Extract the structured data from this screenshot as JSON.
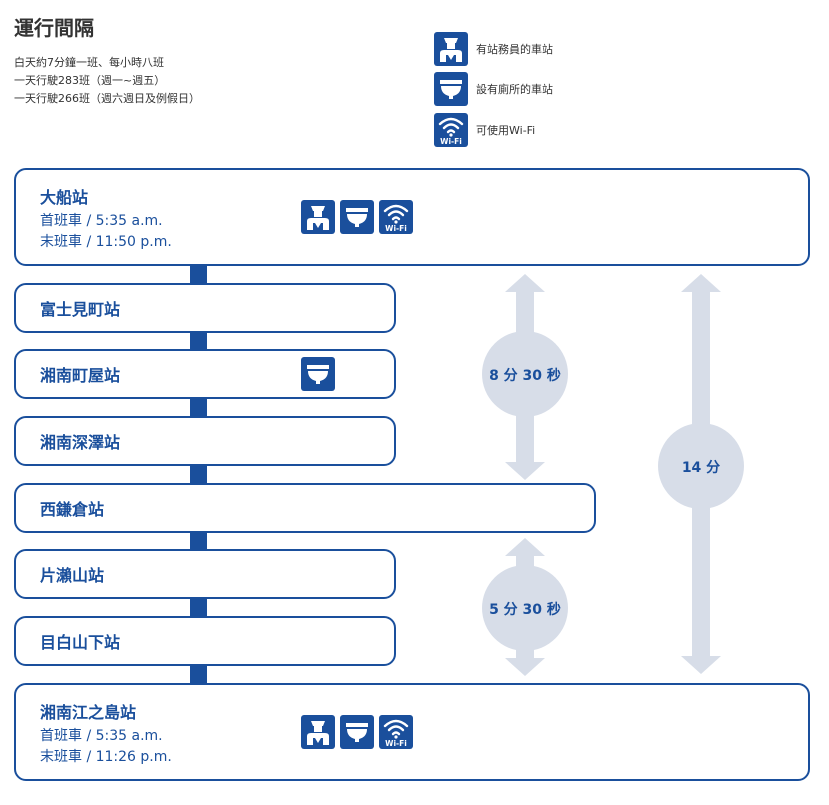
{
  "title": "運行間隔",
  "info": [
    "白天約7分鐘一班、每小時八班",
    "一天行駛283班（週一~週五）",
    "一天行駛266班（週六週日及例假日）"
  ],
  "legend": [
    {
      "icon": "staff-icon",
      "label": "有站務員的車站"
    },
    {
      "icon": "toilet-icon",
      "label": "設有廁所的車站"
    },
    {
      "icon": "wifi-icon",
      "label": "可使用Wi-Fi"
    }
  ],
  "wifi_text": "Wi-Fi",
  "stations": [
    {
      "name": "大船站",
      "first": "首班車 / 5:35 a.m.",
      "last": "末班車 / 11:50 p.m.",
      "icons": [
        "staff-icon",
        "toilet-icon",
        "wifi-icon"
      ]
    },
    {
      "name": "富士見町站",
      "icons": []
    },
    {
      "name": "湘南町屋站",
      "icons": [
        "toilet-icon"
      ]
    },
    {
      "name": "湘南深澤站",
      "icons": []
    },
    {
      "name": "西鎌倉站",
      "icons": []
    },
    {
      "name": "片瀨山站",
      "icons": []
    },
    {
      "name": "目白山下站",
      "icons": []
    },
    {
      "name": "湘南江之島站",
      "first": "首班車 / 5:35 a.m.",
      "last": "末班車 / 11:26 p.m.",
      "icons": [
        "staff-icon",
        "toilet-icon",
        "wifi-icon"
      ]
    }
  ],
  "intervals": [
    {
      "label": "8 分 30 秒"
    },
    {
      "label": "5 分 30 秒"
    },
    {
      "label": "14 分"
    }
  ],
  "colors": {
    "brand": "#1a4f9c",
    "arrow": "#d7dde8",
    "text": "#333333"
  }
}
